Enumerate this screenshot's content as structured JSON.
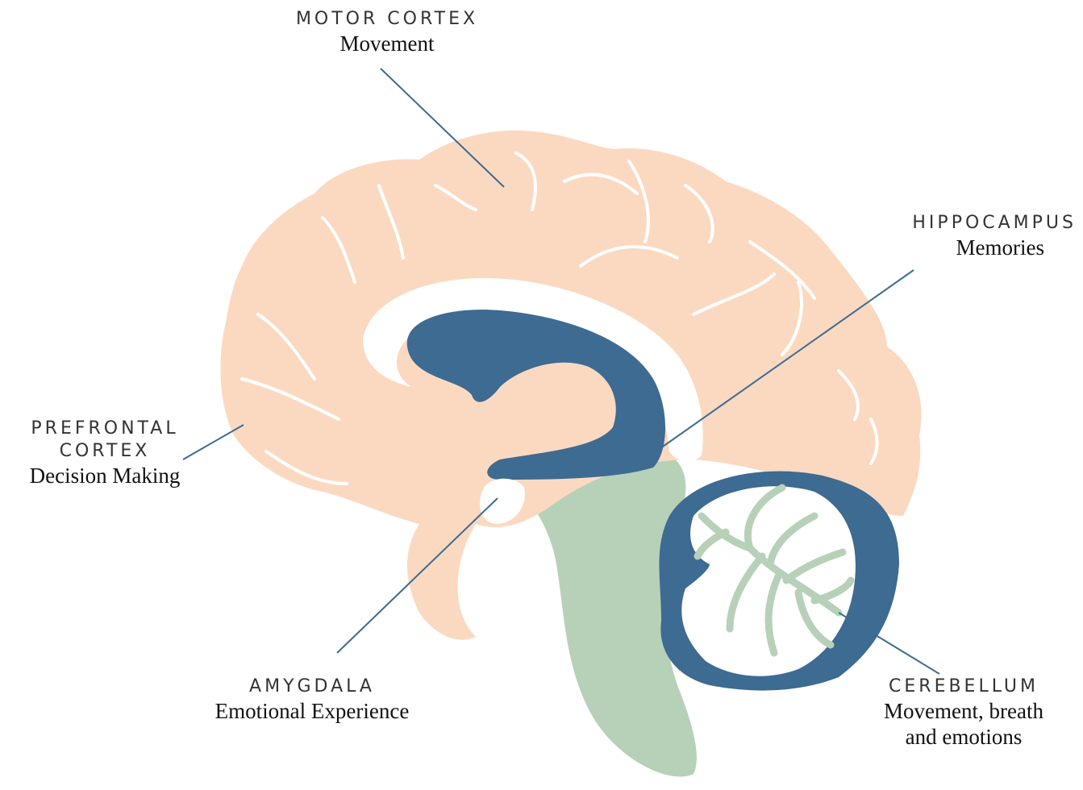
{
  "colors": {
    "cortex": "#fbd9c0",
    "cortex_fold": "#ffffff",
    "blue_structure": "#3d6b92",
    "brainstem": "#b7d1b8",
    "white_matter": "#ffffff",
    "leader_line": "#3d6b92"
  },
  "labels": {
    "motor_cortex": {
      "title": "MOTOR CORTEX",
      "desc": "Movement"
    },
    "hippocampus": {
      "title": "HIPPOCAMPUS",
      "desc": "Memories"
    },
    "prefrontal": {
      "title_line1": "PREFRONTAL",
      "title_line2": "CORTEX",
      "desc": "Decision Making"
    },
    "amygdala": {
      "title": "AMYGDALA",
      "desc": "Emotional Experience"
    },
    "cerebellum": {
      "title": "CEREBELLUM",
      "desc_line1": "Movement, breath",
      "desc_line2": "and emotions"
    }
  }
}
